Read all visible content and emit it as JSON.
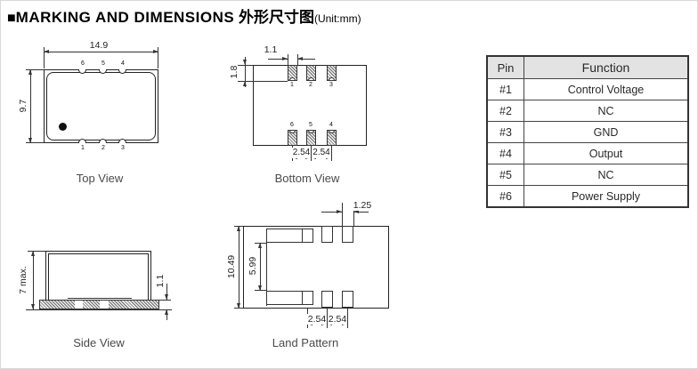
{
  "title": {
    "marker": "■",
    "heading_en": "MARKING AND DIMENSIONS",
    "heading_cn": " 外形尺寸图",
    "unit": "(Unit:mm)"
  },
  "views": {
    "top": {
      "caption": "Top View",
      "dim_width": "14.9",
      "dim_height": "9.7",
      "pins_top": [
        "6",
        "5",
        "4"
      ],
      "pins_bottom": [
        "1",
        "2",
        "3"
      ]
    },
    "bottom": {
      "caption": "Bottom View",
      "dim_pad_width": "1.1",
      "dim_pad_height": "1.8",
      "dim_pitch_1": "2.54",
      "dim_pitch_2": "2.54",
      "pins_top": [
        "1",
        "2",
        "3"
      ],
      "pins_bottom": [
        "6",
        "5",
        "4"
      ]
    },
    "side": {
      "caption": "Side View",
      "dim_height": "7 max.",
      "dim_pad_thickness": "1.1"
    },
    "land": {
      "caption": "Land Pattern",
      "dim_pad_width": "1.25",
      "dim_outer_height": "10.49",
      "dim_inner_height": "5.99",
      "dim_pitch_1": "2.54",
      "dim_pitch_2": "2.54"
    }
  },
  "pin_table": {
    "header": {
      "pin": "Pin",
      "function": "Function"
    },
    "rows": [
      {
        "pin": "#1",
        "function": "Control Voltage"
      },
      {
        "pin": "#2",
        "function": "NC"
      },
      {
        "pin": "#3",
        "function": "GND"
      },
      {
        "pin": "#4",
        "function": "Output"
      },
      {
        "pin": "#5",
        "function": "NC"
      },
      {
        "pin": "#6",
        "function": "Power Supply"
      }
    ]
  },
  "colors": {
    "line": "#333333",
    "table_header_bg": "#e3e3e3",
    "caption_text": "#4a4a4a"
  }
}
